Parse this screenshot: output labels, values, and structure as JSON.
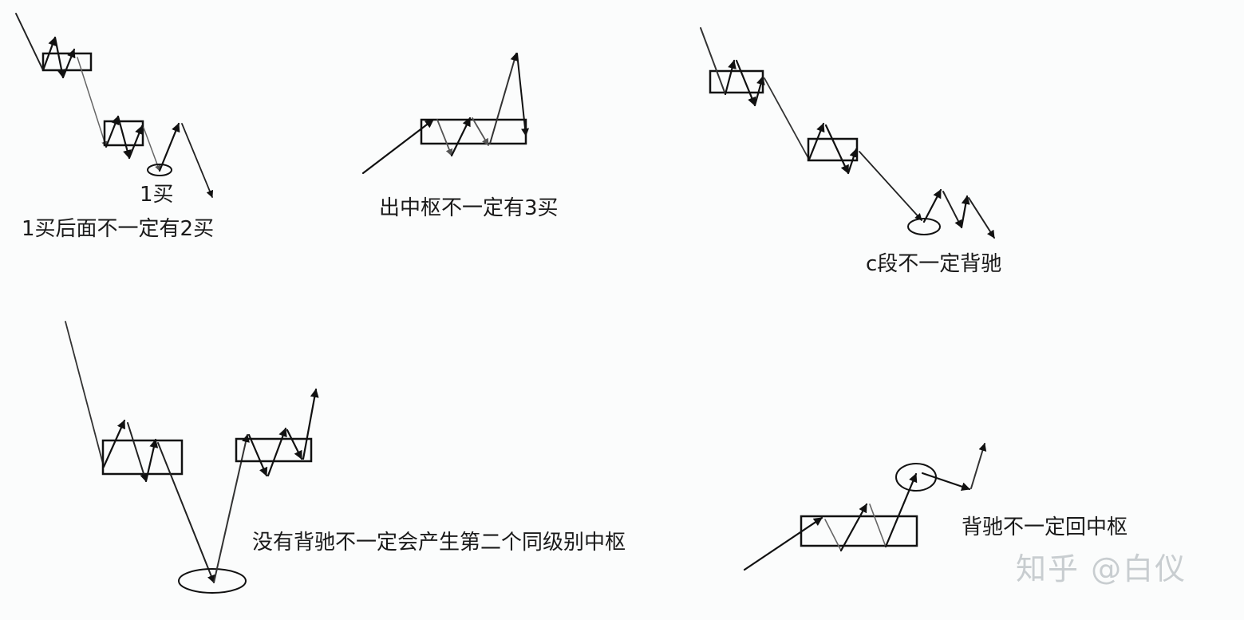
{
  "diagram": {
    "type": "chan-theory-trend-diagrams",
    "stroke_color": "#111111",
    "light_stroke_color": "#777777",
    "background": "#fbfcfc",
    "panels": [
      {
        "id": "panel-1",
        "position": "top-left",
        "labels": [
          "1买",
          "1买后面不一定有2买"
        ],
        "description": "Downtrend with two pivot boxes, circled first buy point followed by a rise and then a new low"
      },
      {
        "id": "panel-2",
        "position": "top-center",
        "labels": [
          "出中枢不一定有3买"
        ],
        "description": "Uptrend entering a pivot box, breaking out upward then falling back into the box"
      },
      {
        "id": "panel-3",
        "position": "top-right",
        "labels": [
          "c段不一定背驰"
        ],
        "description": "Downtrend with two pivot boxes, circled low followed by zigzag continuing down"
      },
      {
        "id": "panel-4",
        "position": "bottom-left",
        "labels": [
          "没有背驰不一定会产生第二个同级别中枢"
        ],
        "description": "Decline from pivot box to circled low, sharp rise forming a new pivot box and breaking upward"
      },
      {
        "id": "panel-5",
        "position": "bottom-right",
        "labels": [
          "背驰不一定回中枢"
        ],
        "description": "Uptrend through a pivot box, circled divergence top, small pullback then continued rise"
      }
    ]
  },
  "captions": {
    "p1_buy": "1买",
    "p1_main": "1买后面不一定有2买",
    "p2_main": "出中枢不一定有3买",
    "p3_main": "c段不一定背驰",
    "p4_main": "没有背驰不一定会产生第二个同级别中枢",
    "p5_main": "背驰不一定回中枢"
  },
  "watermark": "知乎 @白仪"
}
